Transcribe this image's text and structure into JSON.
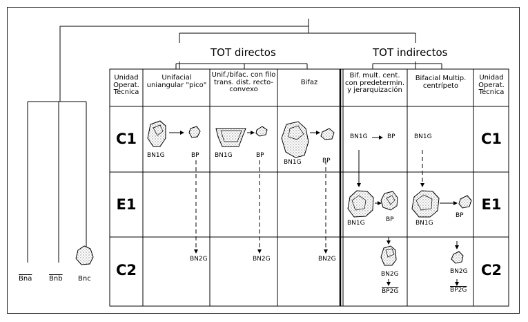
{
  "groups": {
    "direct": "TOT directos",
    "indirect": "TOT indirectos"
  },
  "headers": {
    "unit_left": "Unidad Operat. Técnica",
    "col1": "Unifacial uniangular \"pico\"",
    "col2": "Unif./bifac. con filo trans. dist. recto-convexo",
    "col3": "Bifaz",
    "col4": "Bif. mult. cent. con predetermin. y jerarquización",
    "col5": "Bifacial Multip. centrípeto",
    "unit_right": "Unidad Operat. Técnica"
  },
  "rows": [
    "C1",
    "E1",
    "C2"
  ],
  "cells": {
    "bn1g": "BN1G",
    "bp": "BP",
    "bn2g": "BN2G",
    "bp2g": "BP2G",
    "arrow": "→",
    "arrow_down": "↓"
  },
  "left_labels": {
    "bna": "Bna",
    "bnb": "Bnb",
    "bnc": "Bnc"
  }
}
